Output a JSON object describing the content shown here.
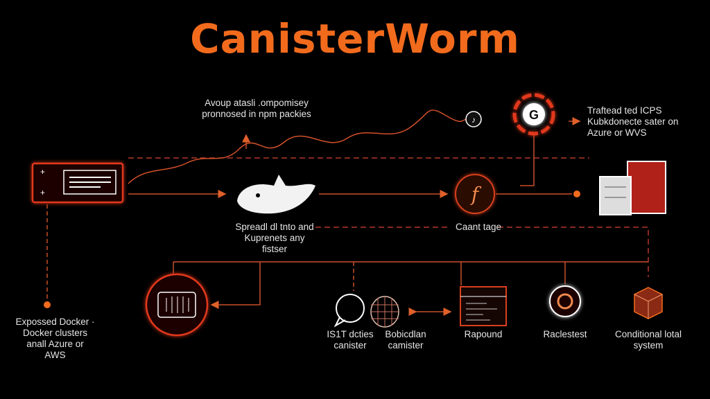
{
  "title": "CanisterWorm",
  "labels": {
    "npm_compromise": "Avoup atasli .ompomisey pronnosed in npm packies",
    "icp_target": "Traftead ted ICPS Kubkdonecte sater on Azure or WVS",
    "spread": "Spreadl dl tnto and Kuprenets any fistser",
    "canister_stage": "Caant tage",
    "exposed_docker": "Expossed Docker · Docker clusters anall Azure or AWS",
    "icp_canister": "IS1T dcties canister",
    "backup_canister": "Bobicdlan camister",
    "rapound": "Rapound",
    "raclestest": "Raclestest",
    "conditional": "Conditional lotal system"
  },
  "colors": {
    "accent": "#f26b1d",
    "line": "#c8502a",
    "glow": "#e2381e"
  }
}
